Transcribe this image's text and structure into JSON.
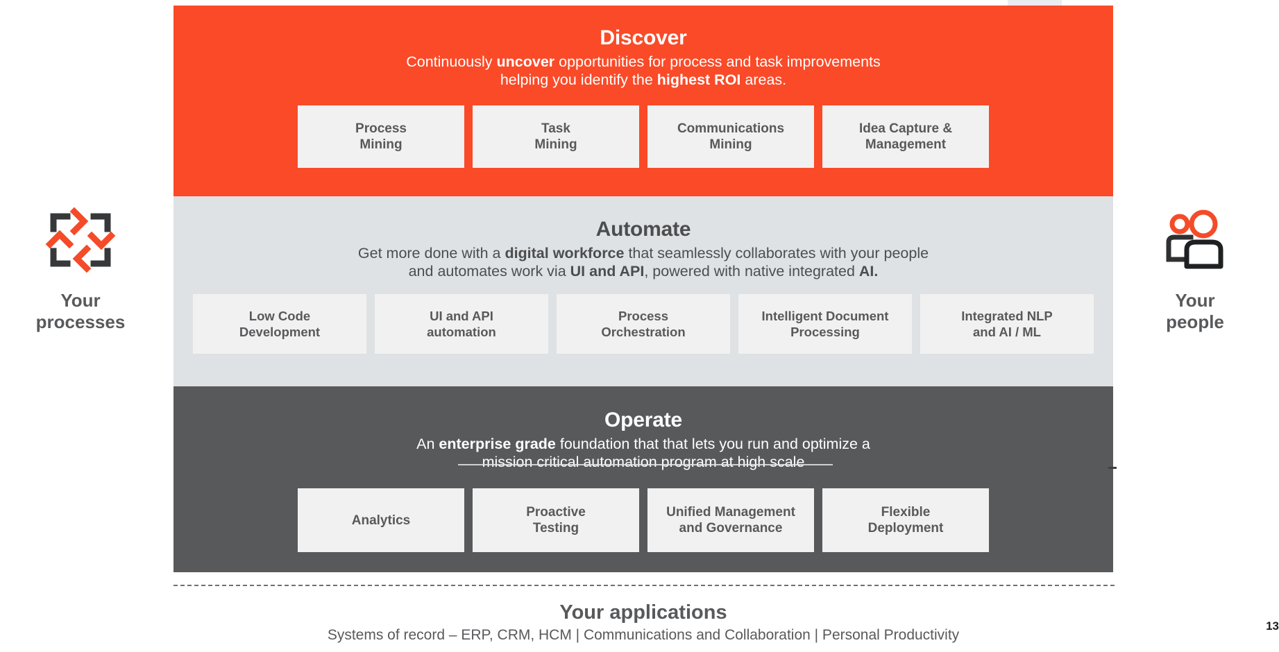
{
  "slide": {
    "page_number": "13"
  },
  "pillars": {
    "left": {
      "icon": "process-cycle-icon",
      "label_line1": "Your",
      "label_line2": "processes"
    },
    "right": {
      "icon": "people-icon",
      "label_line1": "Your",
      "label_line2": "people"
    }
  },
  "bands": [
    {
      "key": "discover",
      "title": "Discover",
      "desc_line1_pre": "Continuously ",
      "desc_line1_bold": "uncover",
      "desc_line1_post": " opportunities for process and task improvements",
      "desc_line2_pre": "helping you identify the ",
      "desc_line2_bold": "highest ROI",
      "desc_line2_post": " areas.",
      "bg": "#fa4a28",
      "text_color": "#ffffff",
      "cards": [
        {
          "line1": "Process",
          "line2": "Mining"
        },
        {
          "line1": "Task",
          "line2": "Mining"
        },
        {
          "line1": "Communications",
          "line2": "Mining"
        },
        {
          "line1": "Idea Capture &",
          "line2": "Management"
        }
      ]
    },
    {
      "key": "automate",
      "title": "Automate",
      "desc_line1_pre": "Get more done with a ",
      "desc_line1_bold": "digital workforce",
      "desc_line1_post": " that seamlessly collaborates with your people",
      "desc_line2_pre": "and automates work via ",
      "desc_line2_bold": "UI and API",
      "desc_line2_post": ", powered with native integrated ",
      "desc_line2_bold2": "AI.",
      "bg": "#dfe2e4",
      "text_color": "#4c4d4f",
      "cards": [
        {
          "line1": "Low Code",
          "line2": "Development"
        },
        {
          "line1": "UI and API",
          "line2": "automation"
        },
        {
          "line1": "Process",
          "line2": "Orchestration"
        },
        {
          "line1": "Intelligent Document",
          "line2": "Processing"
        },
        {
          "line1": "Integrated NLP",
          "line2": "and AI / ML"
        }
      ]
    },
    {
      "key": "operate",
      "title": "Operate",
      "desc_line1_pre": "An ",
      "desc_line1_bold": "enterprise grade",
      "desc_line1_post": " foundation that that lets you run and optimize a",
      "desc_line2": "mission critical automation program at high scale",
      "bg": "#58595b",
      "text_color": "#ffffff",
      "cards": [
        {
          "line1": "Analytics",
          "line2": ""
        },
        {
          "line1": "Proactive",
          "line2": "Testing"
        },
        {
          "line1": "Unified Management",
          "line2": "and Governance"
        },
        {
          "line1": "Flexible",
          "line2": "Deployment"
        }
      ]
    }
  ],
  "footer": {
    "title": "Your applications",
    "subtitle": "Systems of record – ERP, CRM, HCM | Communications and Collaboration | Personal Productivity"
  },
  "colors": {
    "accent_orange": "#fa4a28",
    "band_gray": "#dfe2e4",
    "band_dark": "#58595b",
    "card_gray": "#f1f1f1",
    "text_dark": "#58595b"
  }
}
